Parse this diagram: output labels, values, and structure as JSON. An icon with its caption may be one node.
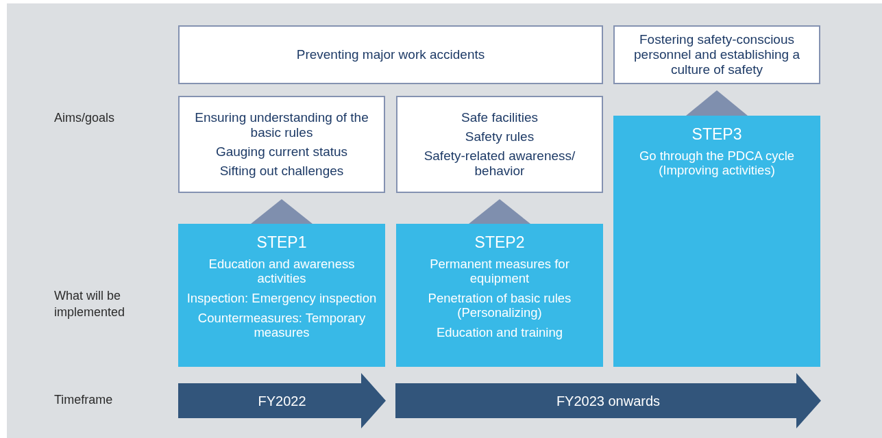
{
  "diagram": {
    "nodes": [
      {
        "text": [
          "Preventing major work accidents"
        ]
      },
      {
        "text": [
          "Fostering safety-conscious personnel and establishing a culture of safety"
        ]
      },
      {
        "text": [
          "Ensuring understanding of the basic rules",
          "Gauging current status",
          "Sifting out challenges"
        ]
      },
      {
        "text": [
          "Safe facilities",
          "Safety rules",
          "Safety-related awareness/ behavior"
        ]
      },
      {
        "text": [
          "STEP1",
          "Education and awareness activities",
          "Inspection: Emergency inspection",
          "Countermeasures: Temporary measures"
        ]
      },
      {
        "text": [
          "STEP2",
          "Permanent measures for equipment",
          "Penetration of basic rules (Personalizing)",
          "Education and training"
        ]
      },
      {
        "text": [
          "STEP3",
          "Go through the PDCA cycle (Improving activities)"
        ]
      },
      {
        "text": [
          "FY2022"
        ]
      },
      {
        "text": [
          "FY2023 onwards"
        ]
      }
    ],
    "edges": [
      {
        "from": 4,
        "to": 2,
        "arrow": "to"
      },
      {
        "from": 5,
        "to": 3,
        "arrow": "to"
      },
      {
        "from": 6,
        "to": 1,
        "arrow": "to"
      }
    ],
    "labels": [
      "Aims/goals",
      "What will be implemented",
      "Timeframe"
    ]
  }
}
